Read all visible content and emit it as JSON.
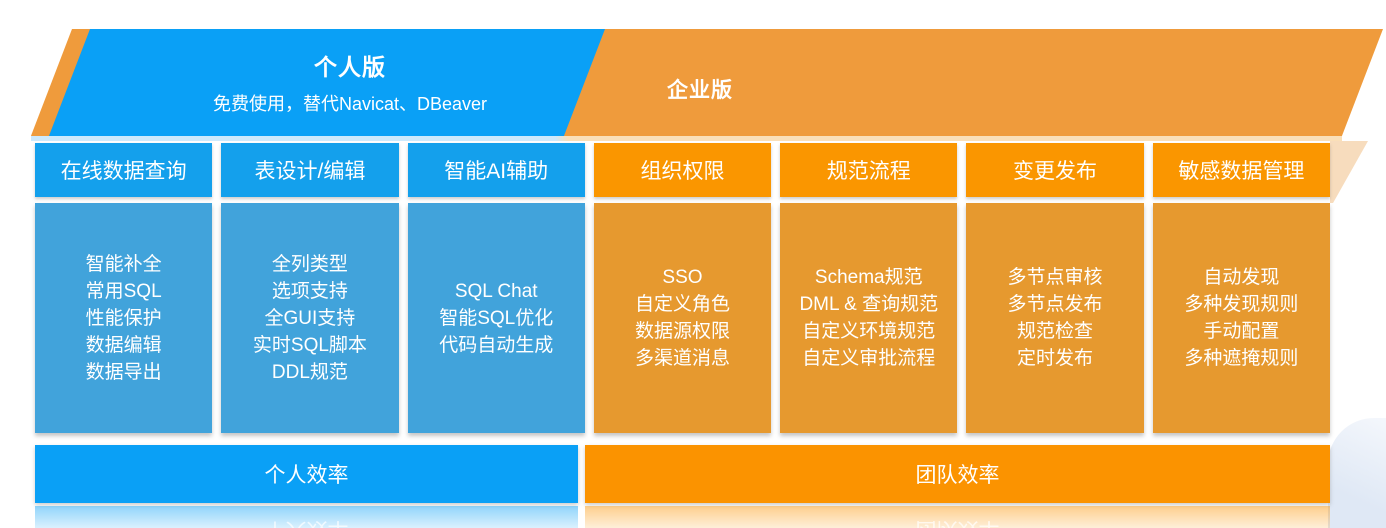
{
  "edition_banner": {
    "personal_title": "个人版",
    "personal_subtitle": "免费使用，替代Navicat、DBeaver",
    "enterprise_title": "企业版"
  },
  "columns": [
    {
      "edition": "personal",
      "header": "在线数据查询",
      "items": [
        "智能补全",
        "常用SQL",
        "性能保护",
        "数据编辑",
        "数据导出"
      ]
    },
    {
      "edition": "personal",
      "header": "表设计/编辑",
      "items": [
        "全列类型",
        "选项支持",
        "全GUI支持",
        "实时SQL脚本",
        "DDL规范"
      ]
    },
    {
      "edition": "personal",
      "header": "智能AI辅助",
      "items": [
        "SQL Chat",
        "智能SQL优化",
        "代码自动生成"
      ]
    },
    {
      "edition": "enterprise",
      "header": "组织权限",
      "items": [
        "SSO",
        "自定义角色",
        "数据源权限",
        "多渠道消息"
      ]
    },
    {
      "edition": "enterprise",
      "header": "规范流程",
      "items": [
        "Schema规范",
        "DML & 查询规范",
        "自定义环境规范",
        "自定义审批流程"
      ]
    },
    {
      "edition": "enterprise",
      "header": "变更发布",
      "items": [
        "多节点审核",
        "多节点发布",
        "规范检查",
        "定时发布"
      ]
    },
    {
      "edition": "enterprise",
      "header": "敏感数据管理",
      "items": [
        "自动发现",
        "多种发现规则",
        "手动配置",
        "多种遮掩规则"
      ]
    }
  ],
  "footer": {
    "personal_label": "个人效率",
    "enterprise_label": "团队效率"
  },
  "colors": {
    "personal_primary": "#0aa0f6",
    "personal_header": "#14a0ec",
    "personal_body": "#41a3db",
    "enterprise_banner": "#ef9b3c",
    "enterprise_header": "#fa9600",
    "enterprise_body": "#e6992f",
    "enterprise_bar": "#fb9300"
  }
}
